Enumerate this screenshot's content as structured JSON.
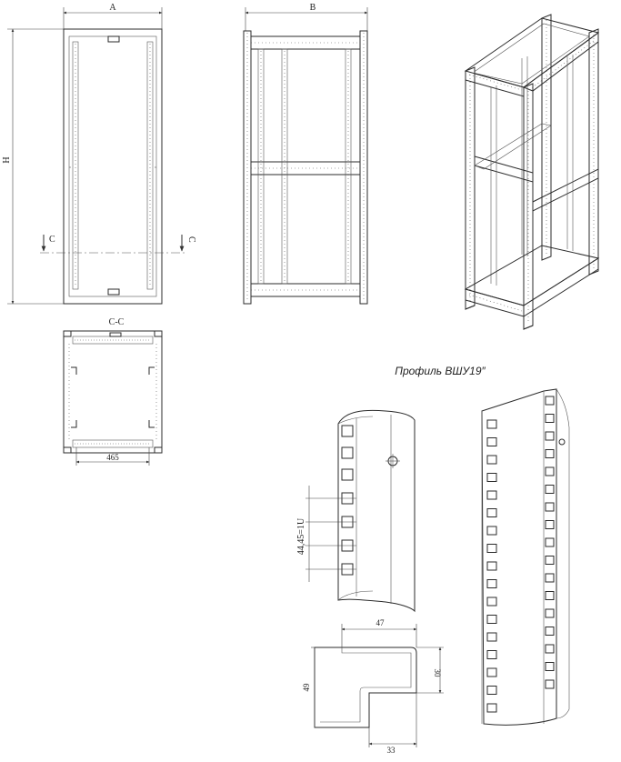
{
  "labels": {
    "dim_a": "A",
    "dim_b": "B",
    "dim_h": "H",
    "section_c_left": "C",
    "section_c_right": "C",
    "section_title": "C-C",
    "section_width": "465",
    "profile_title": "Профиль ВШУ19″",
    "unit_pitch": "44,45=1U",
    "profile_w47": "47",
    "profile_h49": "49",
    "profile_h30": "30",
    "profile_w33": "33"
  }
}
